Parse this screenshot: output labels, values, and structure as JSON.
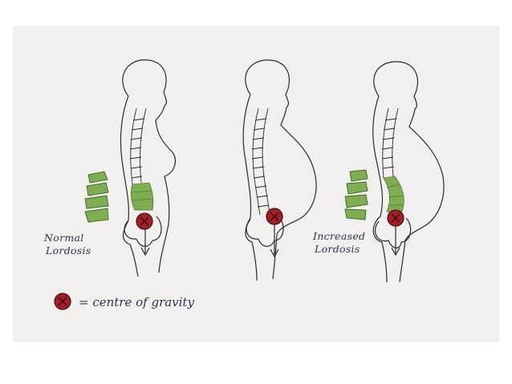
{
  "labels": {
    "normal_line1": "Normal",
    "normal_line2": "Lordosis",
    "increased_line1": "Increased",
    "increased_line2": "Lordosis"
  },
  "legend": {
    "text": "= centre of gravity",
    "symbol_color": "#8b1a1a"
  },
  "colors": {
    "spine_green": "#7fae52",
    "spine_green_dark": "#4f7a2c",
    "outline": "#2a2a2a",
    "cog_red": "#a0202a"
  },
  "figures": [
    {
      "label": "normal-lordosis"
    },
    {
      "label": "pregnant-neutral"
    },
    {
      "label": "increased-lordosis"
    }
  ]
}
